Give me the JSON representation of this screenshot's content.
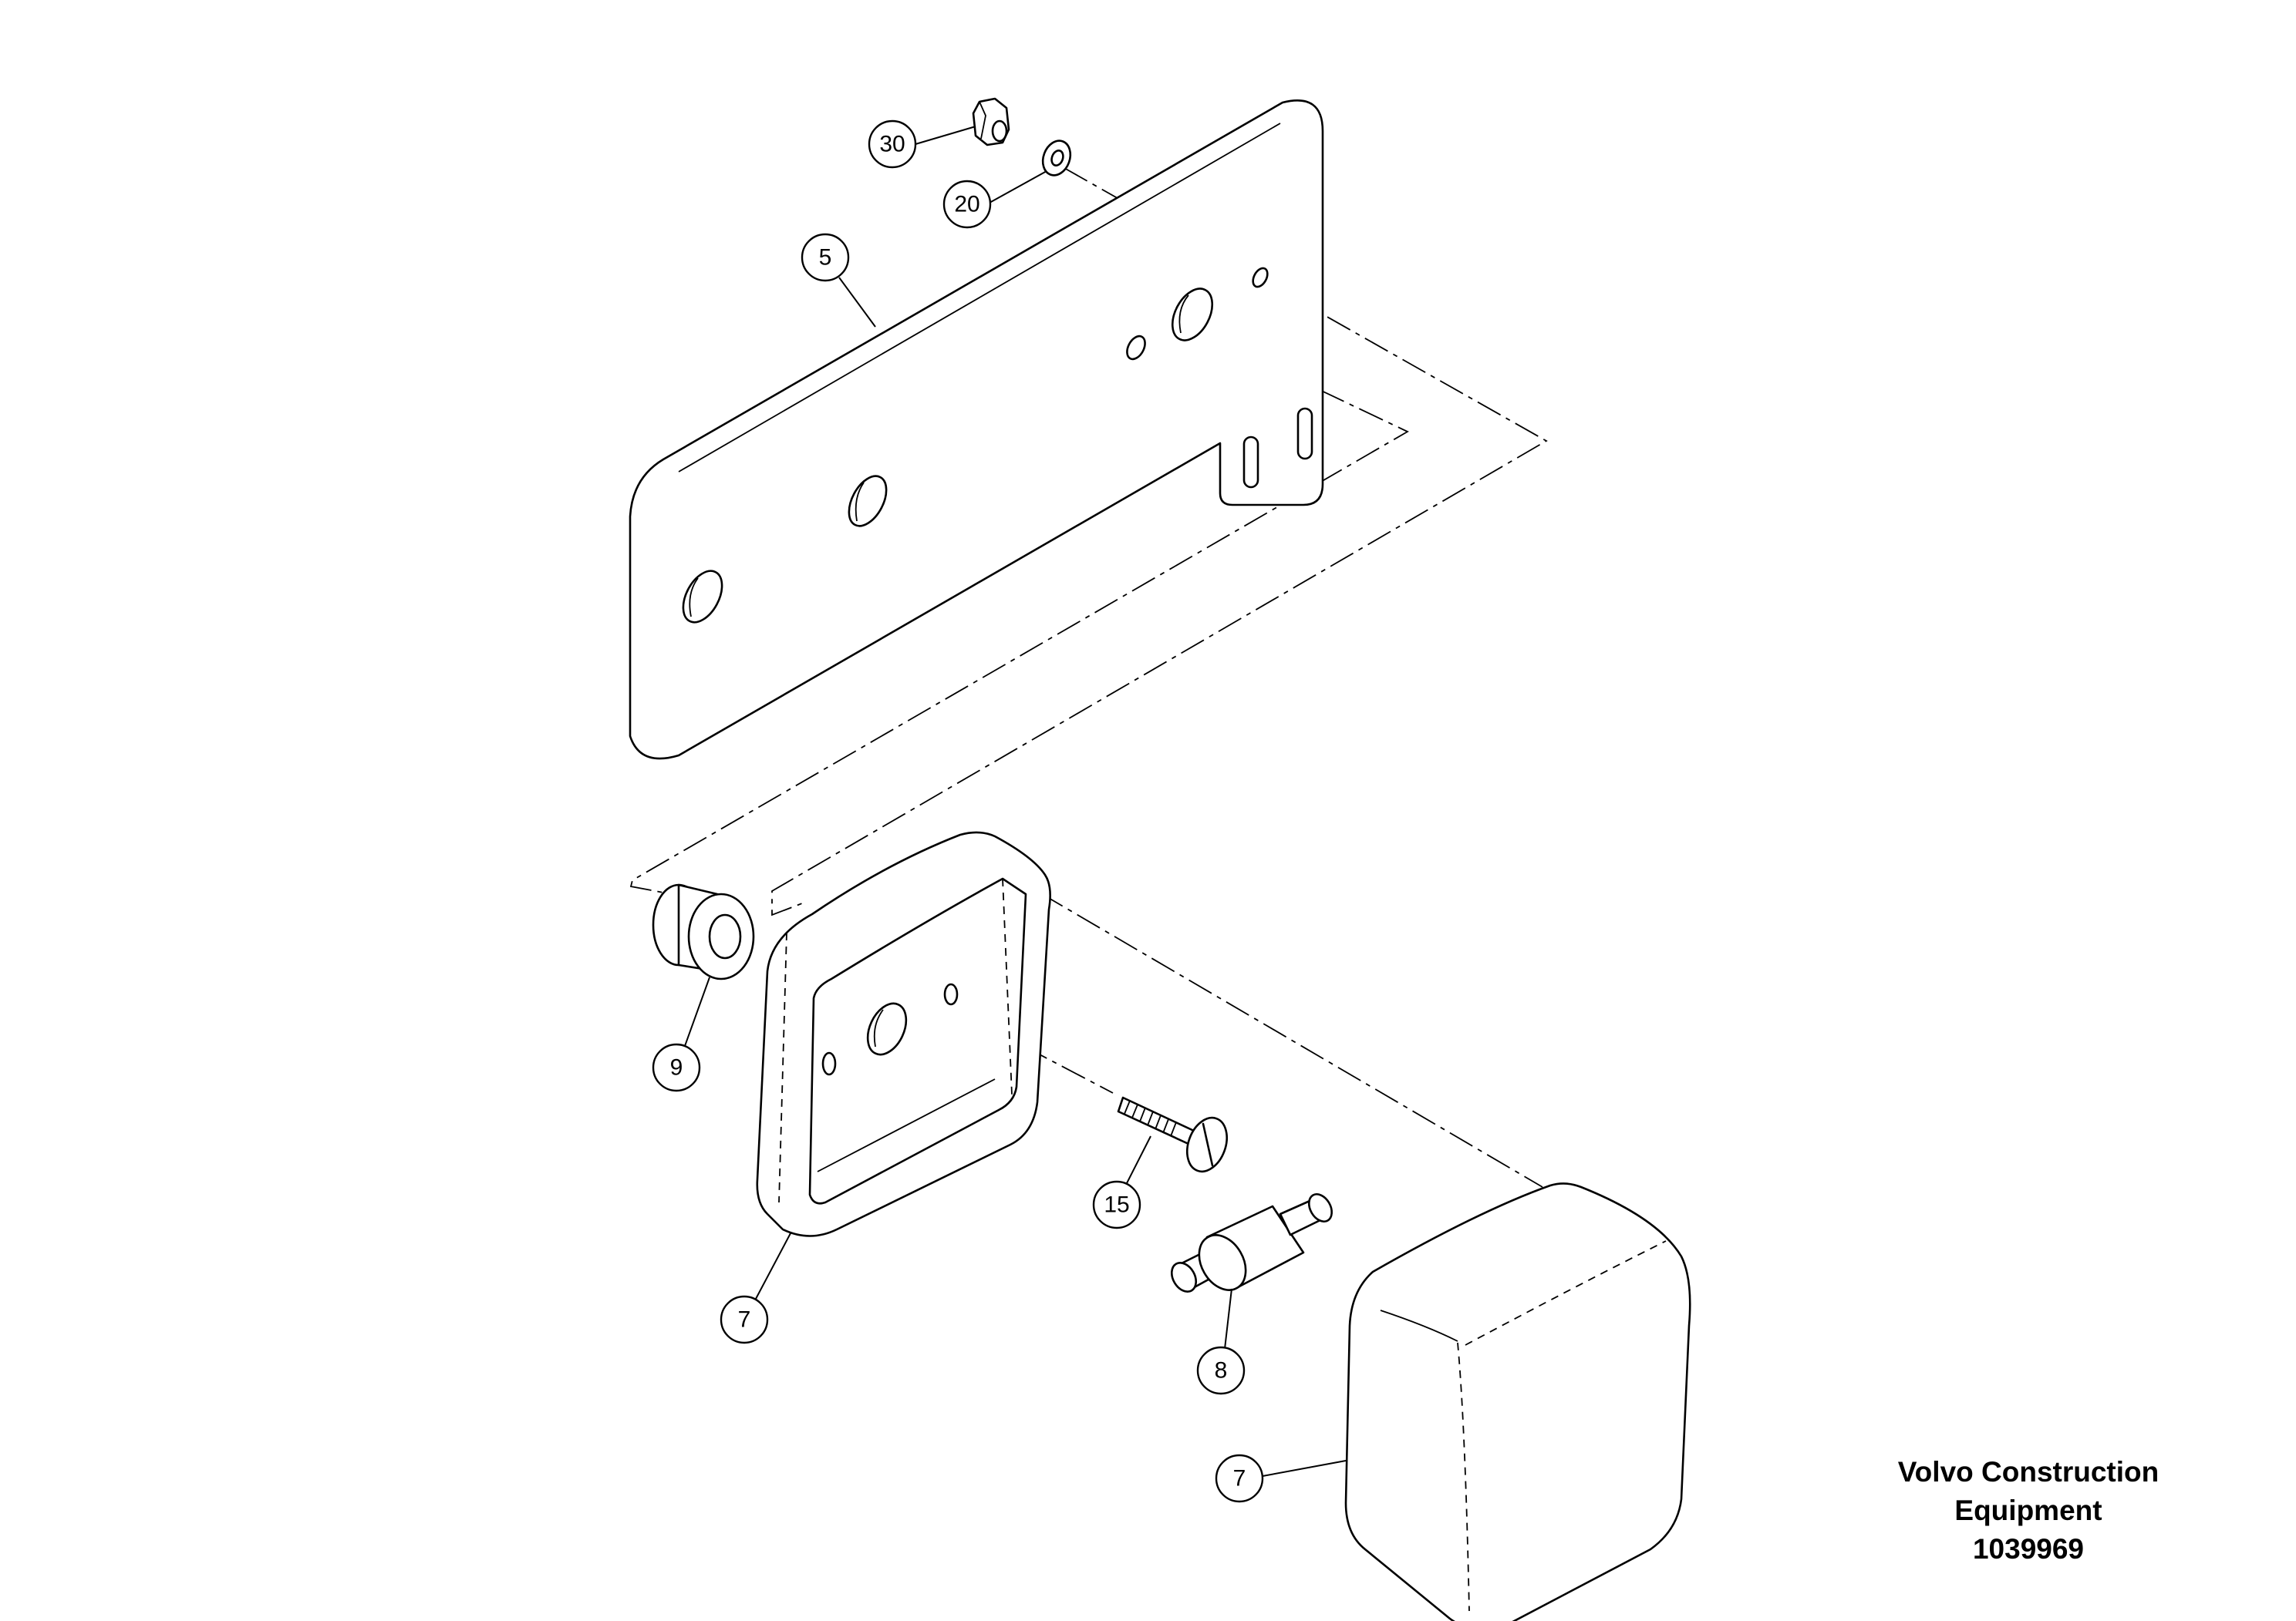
{
  "callouts": {
    "nut": "30",
    "washer": "20",
    "bracket": "5",
    "grommet": "9",
    "screw": "15",
    "lamp_housing": "7",
    "spacer_pin": "8",
    "lamp_lens": "7"
  },
  "caption": {
    "line1": "Volvo Construction",
    "line2": "Equipment",
    "id": "1039969"
  }
}
